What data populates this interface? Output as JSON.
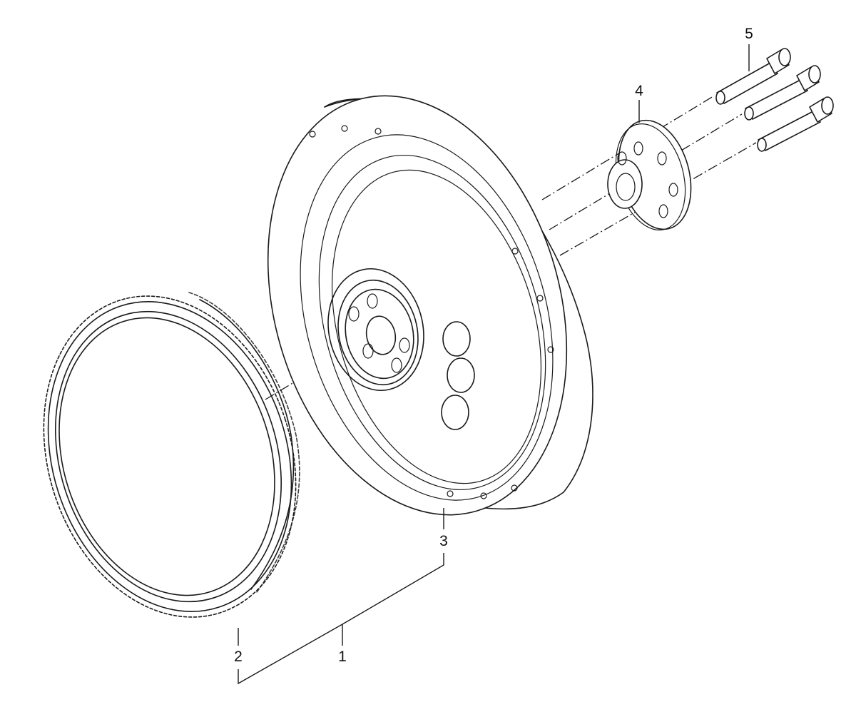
{
  "callouts": [
    {
      "id": "1",
      "text": "1"
    },
    {
      "id": "2",
      "text": "2"
    },
    {
      "id": "3",
      "text": "3"
    },
    {
      "id": "4",
      "text": "4"
    },
    {
      "id": "5",
      "text": "5"
    }
  ],
  "colors": {
    "line": "#1a1a1a",
    "background": "#ffffff"
  }
}
